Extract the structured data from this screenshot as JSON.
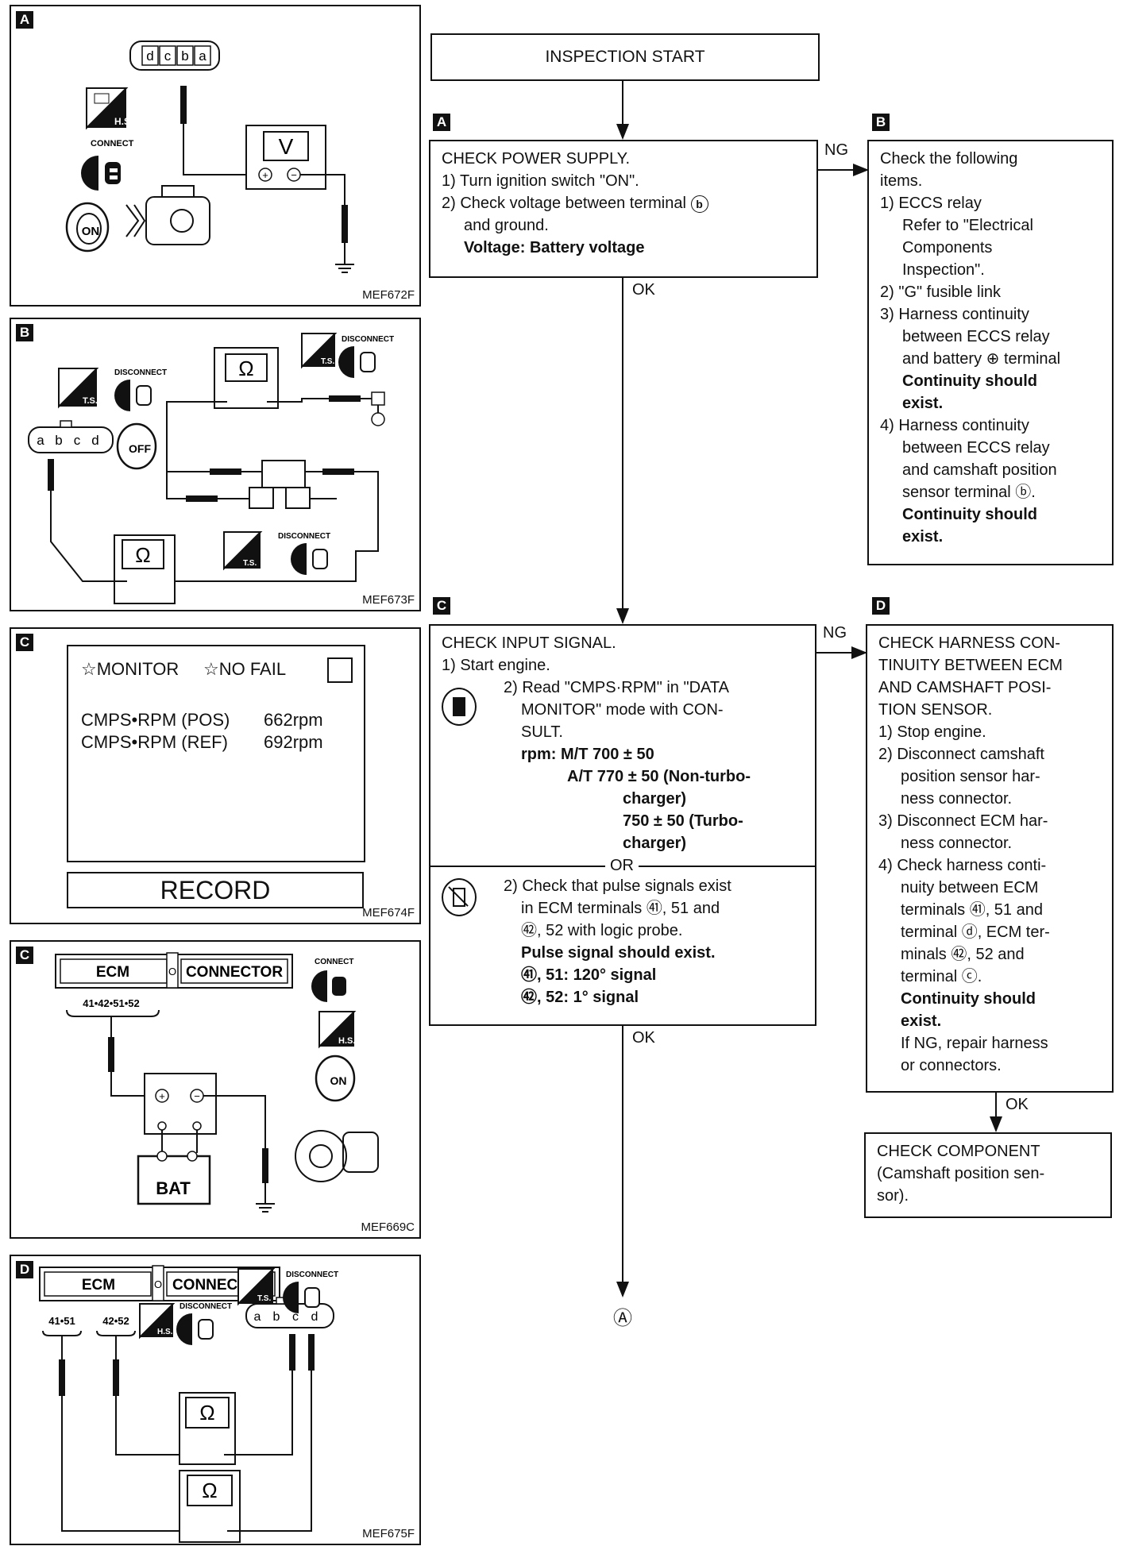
{
  "panels": {
    "A": {
      "tag": "A",
      "caption": "MEF672F",
      "connector": [
        "d",
        "c",
        "b",
        "a"
      ],
      "meter": "V",
      "icon_connect": "CONNECT",
      "icon_hs": "H.S.",
      "icon_on": "ON"
    },
    "B": {
      "tag": "B",
      "caption": "MEF673F",
      "connector": [
        "a",
        "b",
        "c",
        "d"
      ],
      "meter": "Ω",
      "icon_disconnect": "DISCONNECT",
      "icon_ts": "T.S.",
      "icon_off": "OFF"
    },
    "C1": {
      "tag": "C",
      "caption": "MEF674F",
      "monitor": "☆MONITOR",
      "nofail": "☆NO FAIL",
      "rows": [
        {
          "name": "CMPS•RPM (POS)",
          "value": "662rpm"
        },
        {
          "name": "CMPS•RPM (REF)",
          "value": "692rpm"
        }
      ],
      "record": "RECORD"
    },
    "C2": {
      "tag": "C",
      "caption": "MEF669C",
      "ecm": "ECM",
      "connector": "CONNECTOR",
      "terminals": "41•42•51•52",
      "battery": "BAT",
      "icon_connect": "CONNECT",
      "icon_hs": "H.S.",
      "icon_on": "ON"
    },
    "D": {
      "tag": "D",
      "caption": "MEF675F",
      "ecm": "ECM",
      "connector": "CONNECTOR",
      "term1": "41•51",
      "term2": "42•52",
      "sensor_connector": [
        "a",
        "b",
        "c",
        "d"
      ],
      "meter": "Ω",
      "icon_disconnect": "DISCONNECT",
      "icon_ts": "T.S.",
      "icon_hs": "H.S."
    }
  },
  "flow": {
    "start": "INSPECTION START",
    "labels": {
      "ng": "NG",
      "ok": "OK",
      "or": "OR",
      "end": "Ⓐ"
    },
    "box_tags": {
      "a": "A",
      "b": "B",
      "c": "C",
      "d": "D"
    },
    "box_a": {
      "title": "CHECK POWER SUPPLY.",
      "step1": "1) Turn ignition switch \"ON\".",
      "step2a": "2) Check voltage between terminal",
      "step2_term": "b",
      "step2b": "and ground.",
      "spec": "Voltage: Battery voltage"
    },
    "box_b": {
      "lines": [
        "Check the following",
        "items.",
        "1) ECCS relay",
        "Refer to \"Electrical",
        "Components",
        "Inspection\".",
        "2) \"G\" fusible link",
        "3) Harness continuity",
        "between ECCS relay",
        "and battery ⊕ terminal"
      ],
      "bold1": [
        "Continuity should",
        "exist."
      ],
      "lines2": [
        "4) Harness continuity",
        "between ECCS relay",
        "and camshaft position",
        "sensor terminal ⓑ."
      ],
      "bold2": [
        "Continuity should",
        "exist."
      ]
    },
    "box_c": {
      "title": "CHECK INPUT SIGNAL.",
      "step1": "1) Start engine.",
      "step2": [
        "2) Read \"CMPS·RPM\" in \"DATA",
        "MONITOR\" mode with CON-",
        "SULT."
      ],
      "rpm": [
        "rpm: M/T 700 ± 50",
        "A/T 770 ± 50 (Non-turbo-",
        "charger)",
        "750 ± 50 (Turbo-",
        "charger)"
      ],
      "alt": [
        "2) Check that pulse signals exist",
        "in ECM terminals ㊶, 51 and",
        "㊷, 52 with logic probe."
      ],
      "alt_bold": [
        "Pulse signal should exist.",
        "㊶, 51: 120° signal",
        "㊷, 52: 1° signal"
      ]
    },
    "box_d": {
      "lines": [
        "CHECK HARNESS CON-",
        "TINUITY BETWEEN ECM",
        "AND CAMSHAFT POSI-",
        "TION SENSOR.",
        "1) Stop engine.",
        "2) Disconnect camshaft",
        "position sensor har-",
        "ness connector.",
        "3) Disconnect ECM har-",
        "ness connector.",
        "4) Check harness conti-",
        "nuity between ECM",
        "terminals ㊶, 51 and",
        "terminal ⓓ, ECM ter-",
        "minals ㊷, 52 and",
        "terminal ⓒ."
      ],
      "bold": [
        "Continuity should",
        "exist."
      ],
      "tail": [
        "If NG, repair harness",
        "or connectors."
      ]
    },
    "box_e": {
      "lines": [
        "CHECK COMPONENT",
        "(Camshaft position sen-",
        "sor)."
      ]
    }
  }
}
